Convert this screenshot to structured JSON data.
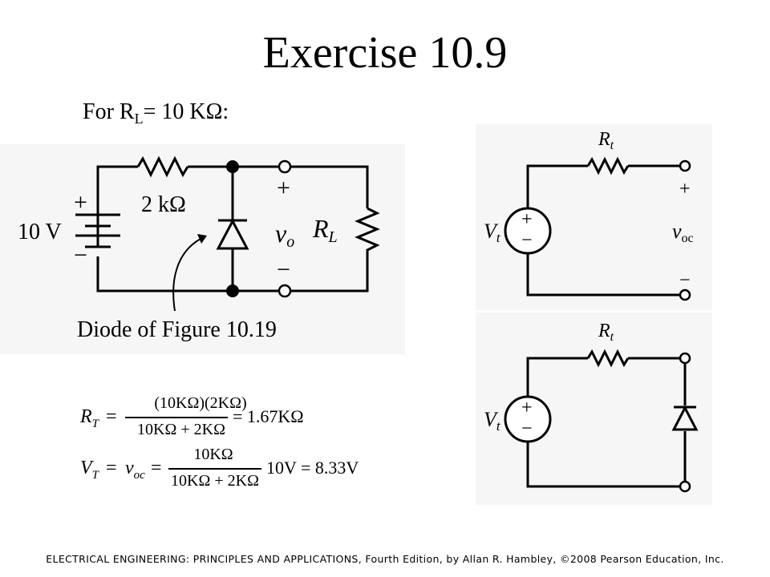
{
  "title": "Exercise 10.9",
  "subtitle": {
    "prefix": "For R",
    "sub": "L",
    "suffix": "= 10 KΩ:"
  },
  "left_circuit": {
    "source_label": "10 V",
    "source_plus": "+",
    "source_minus": "−",
    "resistor_label": "2 kΩ",
    "output_plus": "+",
    "output_label": "v",
    "output_sub": "o",
    "output_minus": "−",
    "load_label": "R",
    "load_sub": "L",
    "caption": "Diode of Figure 10.19"
  },
  "thevenin_open": {
    "resistor_label": "R",
    "resistor_sub": "t",
    "source_label": "V",
    "source_sub": "t",
    "plus": "+",
    "minus": "−",
    "output_label": "v",
    "output_sub": "oc"
  },
  "thevenin_diode": {
    "resistor_label": "R",
    "resistor_sub": "t",
    "source_label": "V",
    "source_sub": "t",
    "plus": "+",
    "minus": "−"
  },
  "equations": {
    "rt": {
      "lhs": "R",
      "lhs_sub": "T",
      "num": "(10KΩ)(2KΩ)",
      "den": "10KΩ + 2KΩ",
      "result": "= 1.67KΩ"
    },
    "vt": {
      "lhs": "V",
      "lhs_sub": "T",
      "mid": "v",
      "mid_sub": "oc",
      "num": "10KΩ",
      "den": "10KΩ + 2KΩ",
      "result": "10V = 8.33V"
    }
  },
  "footer": "ELECTRICAL ENGINEERING: PRINCIPLES AND APPLICATIONS, Fourth Edition, by Allan R. Hambley, ©2008 Pearson Education, Inc."
}
